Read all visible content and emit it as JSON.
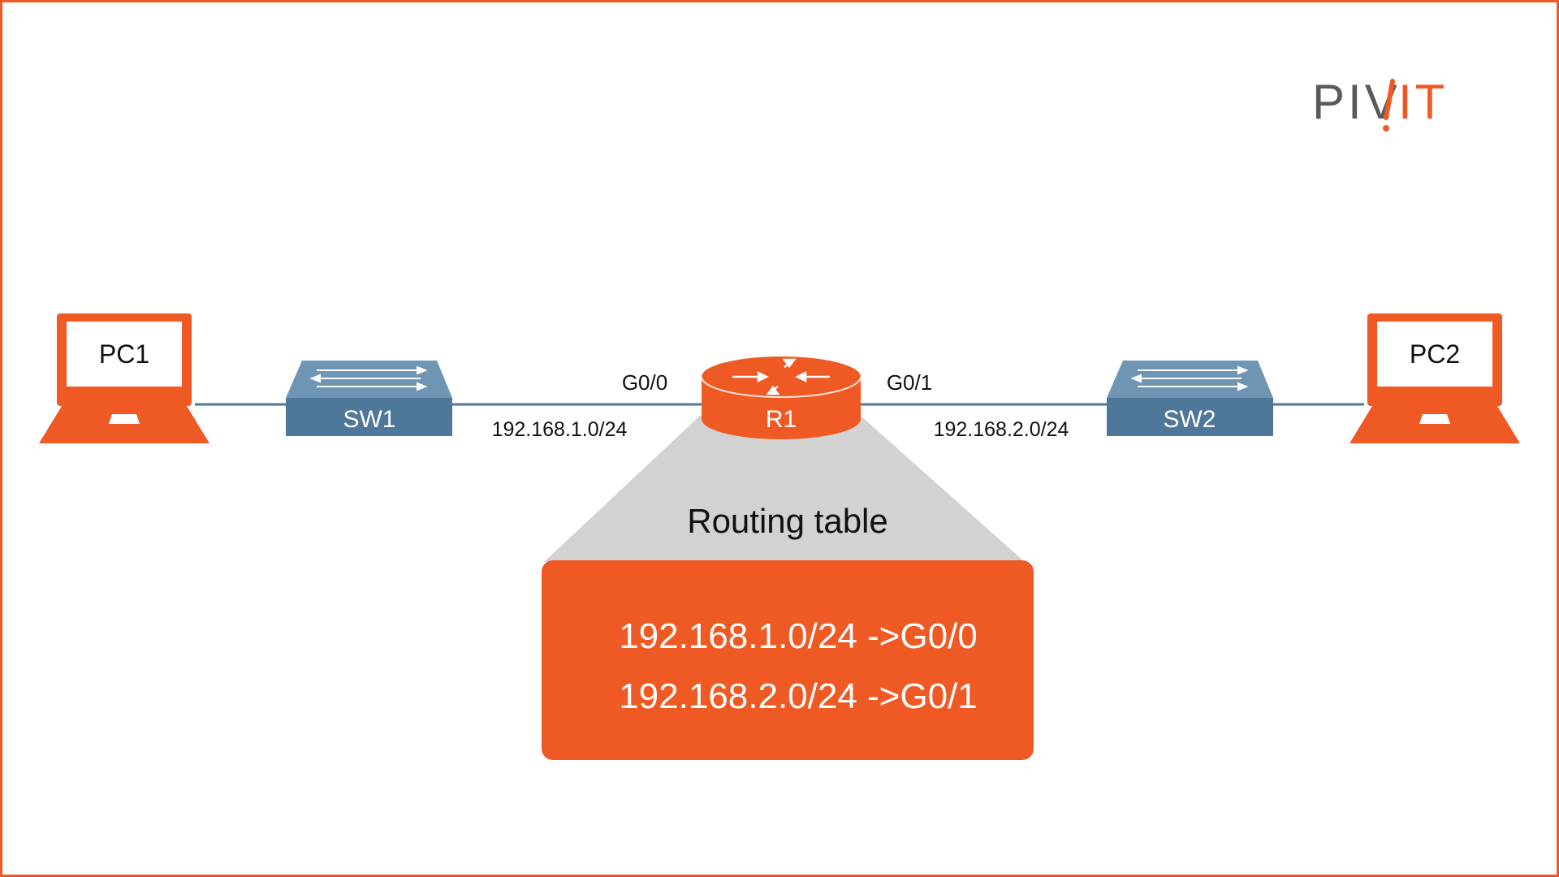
{
  "logo": {
    "text": "PIVIT",
    "color": "#ef5a24",
    "text_color": "#5a5a5a"
  },
  "colors": {
    "accent": "#ef5a24",
    "switch": "#4e7799",
    "switch_top": "#6f95b5",
    "link": "#4e7799",
    "callout": "#d2d2d2",
    "frame": "#ef5a24"
  },
  "devices": {
    "pc1": {
      "label": "PC1",
      "icon": "laptop-icon"
    },
    "sw1": {
      "label": "SW1",
      "icon": "switch-icon"
    },
    "r1": {
      "label": "R1",
      "icon": "router-icon"
    },
    "sw2": {
      "label": "SW2",
      "icon": "switch-icon"
    },
    "pc2": {
      "label": "PC2",
      "icon": "laptop-icon"
    }
  },
  "interfaces": {
    "left": "G0/0",
    "right": "G0/1"
  },
  "networks": {
    "left": "192.168.1.0/24",
    "right": "192.168.2.0/24"
  },
  "routing_table": {
    "title": "Routing table",
    "entries": [
      "192.168.1.0/24 ->G0/0",
      "192.168.2.0/24 ->G0/1"
    ]
  }
}
